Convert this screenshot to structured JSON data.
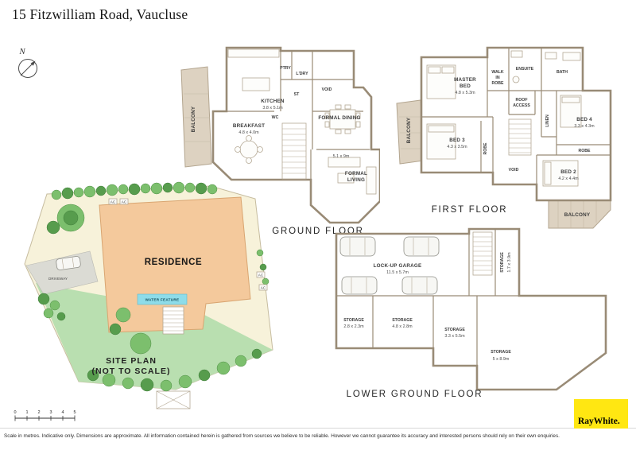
{
  "header": {
    "title": "15 Fitzwilliam Road, Vaucluse",
    "compass_label": "N"
  },
  "plans": {
    "ground": {
      "label": "GROUND FLOOR",
      "rooms": {
        "balcony": "BALCONY",
        "kitchen": "KITCHEN",
        "kitchen_dim": "3.8 x 5.1m",
        "pantry": "PTRY",
        "laundry": "L'DRY",
        "store": "ST",
        "void": "VOID",
        "wc": "WC",
        "breakfast": "BREAKFAST",
        "breakfast_dim": "4.8 x 4.0m",
        "formal_dining": "FORMAL DINING",
        "dining_dim": "5.1 x 9m",
        "formal_living_l1": "FORMAL",
        "formal_living_l2": "LIVING"
      }
    },
    "first": {
      "label": "FIRST FLOOR",
      "rooms": {
        "master_l1": "MASTER",
        "master_l2": "BED",
        "master_dim": "4.8 x 5.3m",
        "ensuite": "ENSUITE",
        "bath": "BATH",
        "wir_l1": "WALK",
        "wir_l2": "IN",
        "wir_l3": "ROBE",
        "roof_l1": "ROOF",
        "roof_l2": "ACCESS",
        "balcony_left": "BALCONY",
        "balcony_bottom": "BALCONY",
        "bed3": "BED 3",
        "bed3_dim": "4.3 x 3.5m",
        "bed4": "BED 4",
        "bed4_dim": "3.3 x 4.3m",
        "linen": "LINEN",
        "robe_a": "ROBE",
        "robe_b": "ROBE",
        "void": "VOID",
        "bed2": "BED 2",
        "bed2_dim": "4.2 x 4.4m"
      }
    },
    "site": {
      "title_l1": "SITE PLAN",
      "title_l2": "(NOT TO SCALE)",
      "residence": "RESIDENCE",
      "driveway": "DRIVEWAY",
      "water": "WATER FEATURE",
      "ac": "AC"
    },
    "lower": {
      "label": "LOWER GROUND FLOOR",
      "rooms": {
        "garage": "LOCK-UP GARAGE",
        "garage_dim": "11.5 x 5.7m",
        "s1": "STORAGE",
        "s1_dim": "1.7 x 3.9m",
        "s2": "STORAGE",
        "s2_dim": "2.8 x 2.3m",
        "s3": "STORAGE",
        "s3_dim": "4.8 x 2.8m",
        "s4": "STORAGE",
        "s4_dim": "3.3 x 5.5m",
        "s5": "STORAGE",
        "s5_dim": "5 x 8.9m"
      }
    }
  },
  "footer": {
    "scale_ticks": [
      "0",
      "1",
      "2",
      "3",
      "4",
      "5"
    ],
    "disclaimer": "Scale in metres. Indicative only. Dimensions are approximate. All information contained herein is gathered from sources we believe to be reliable. However we cannot guarantee its accuracy and interested persons should rely on their own enquiries.",
    "logo": "RayWhite."
  },
  "colors": {
    "wall": "#998b76",
    "balcony": "#ddd2c1",
    "site": "#f7f2da",
    "lawn": "#b9dfb0",
    "residence": "#f4c99c",
    "water": "#8edce9",
    "driveway": "#dbdbd4",
    "tree": "#7cbf6d",
    "treedark": "#579c4d",
    "logo": "#ffe712"
  }
}
